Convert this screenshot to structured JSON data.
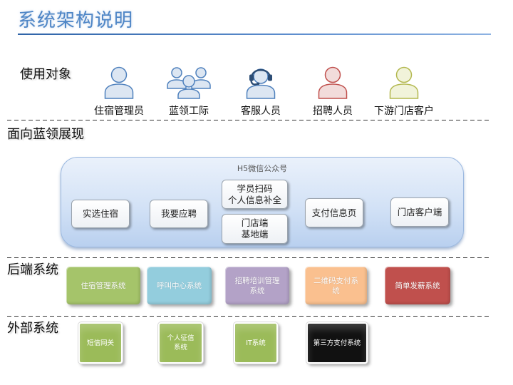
{
  "title": "系统架构说明",
  "title_color": "#4f86c6",
  "users": {
    "label": "使用对象",
    "items": [
      {
        "label": "住宿管理员",
        "icon": "person-icon",
        "stroke": "#4f81bd",
        "fill": "#dce6f2"
      },
      {
        "label": "蓝领工际",
        "icon": "group-icon",
        "stroke": "#4f81bd",
        "fill": "#dce6f2"
      },
      {
        "label": "客服人员",
        "icon": "headset-icon",
        "stroke": "#4f81bd",
        "fill": "#dce6f2"
      },
      {
        "label": "招聘人员",
        "icon": "person-icon",
        "stroke": "#c0504d",
        "fill": "#f2dcdb"
      },
      {
        "label": "下游门店客户",
        "icon": "person-icon",
        "stroke": "#b3b84f",
        "fill": "#f1f3da"
      }
    ]
  },
  "frontend": {
    "label": "面向蓝领展现",
    "container_label": "H5微信公众号",
    "modules": [
      {
        "label": "实选住宿"
      },
      {
        "label": "我要应聘"
      },
      {
        "label": "学员扫码\n个人信息补全"
      },
      {
        "label": "门店端\n基地端"
      },
      {
        "label": "支付信息页"
      },
      {
        "label": "门店客户端"
      }
    ]
  },
  "backend": {
    "label": "后端系统",
    "systems": [
      {
        "label": "住宿管理系统",
        "color": "#a5c46a"
      },
      {
        "label": "呼叫中心系统",
        "color": "#93cddd"
      },
      {
        "label": "招聘培训管理系统",
        "color": "#b3a2c7"
      },
      {
        "label": "二维码支付系统",
        "color": "#fac08f"
      },
      {
        "label": "简单发薪系统",
        "color": "#c0504d"
      }
    ]
  },
  "external": {
    "label": "外部系统",
    "systems": [
      {
        "label": "短信网关",
        "color": "#9bbb59"
      },
      {
        "label": "个人征信系统",
        "color": "#9bbb59"
      },
      {
        "label": "IT系统",
        "color": "#9bbb59"
      },
      {
        "label": "第三方支付系统",
        "color": "#111111"
      }
    ]
  }
}
